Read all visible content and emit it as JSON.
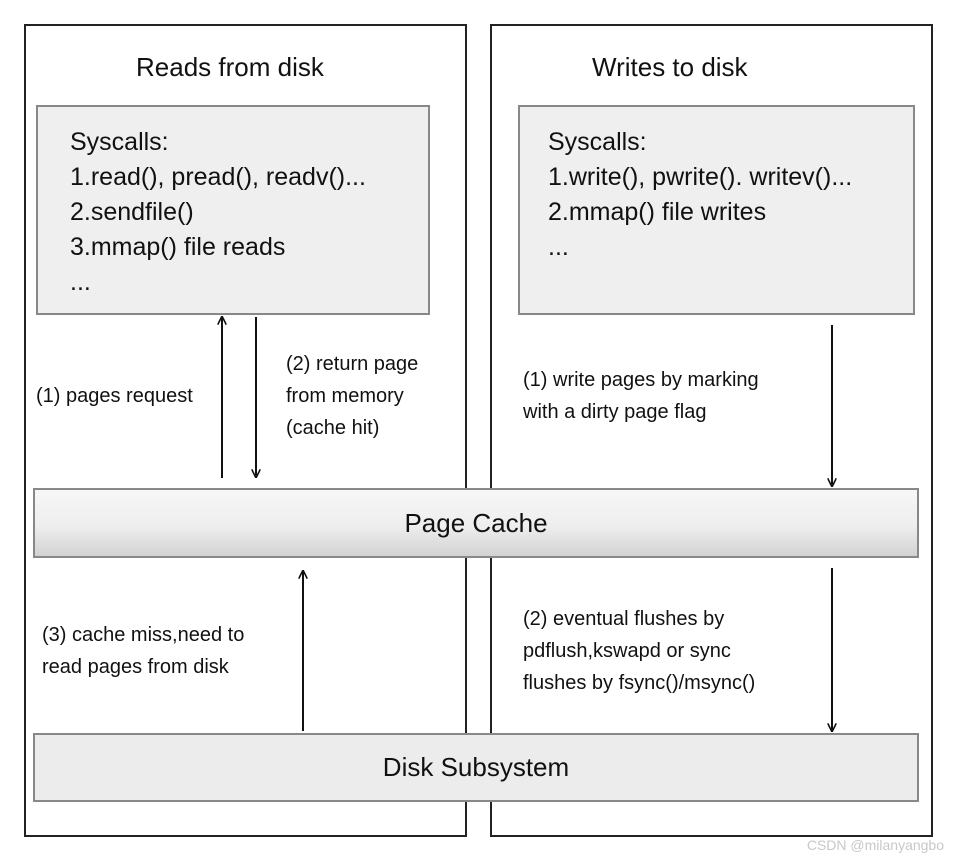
{
  "left_panel": {
    "title": "Reads from disk",
    "syscalls": [
      "Syscalls:",
      "1.read(), pread(), readv()...",
      "2.sendfile()",
      "3.mmap() file reads",
      "..."
    ],
    "pages_request_label": "(1) pages request",
    "return_page_label": [
      "(2) return page",
      "from memory",
      "(cache hit)"
    ],
    "cache_miss_label": [
      "(3) cache miss,need to",
      "read pages from disk"
    ]
  },
  "right_panel": {
    "title": "Writes to disk",
    "syscalls": [
      "Syscalls:",
      "1.write(), pwrite(). writev()...",
      "2.mmap() file writes",
      "..."
    ],
    "write_pages_label": [
      "(1) write pages by marking",
      "with a dirty page flag"
    ],
    "flush_label": [
      "(2) eventual flushes by",
      "pdflush,kswapd or sync",
      "flushes by fsync()/msync()"
    ]
  },
  "page_cache_label": "Page Cache",
  "disk_subsystem_label": "Disk Subsystem",
  "watermark": "CSDN @milanyangbo"
}
